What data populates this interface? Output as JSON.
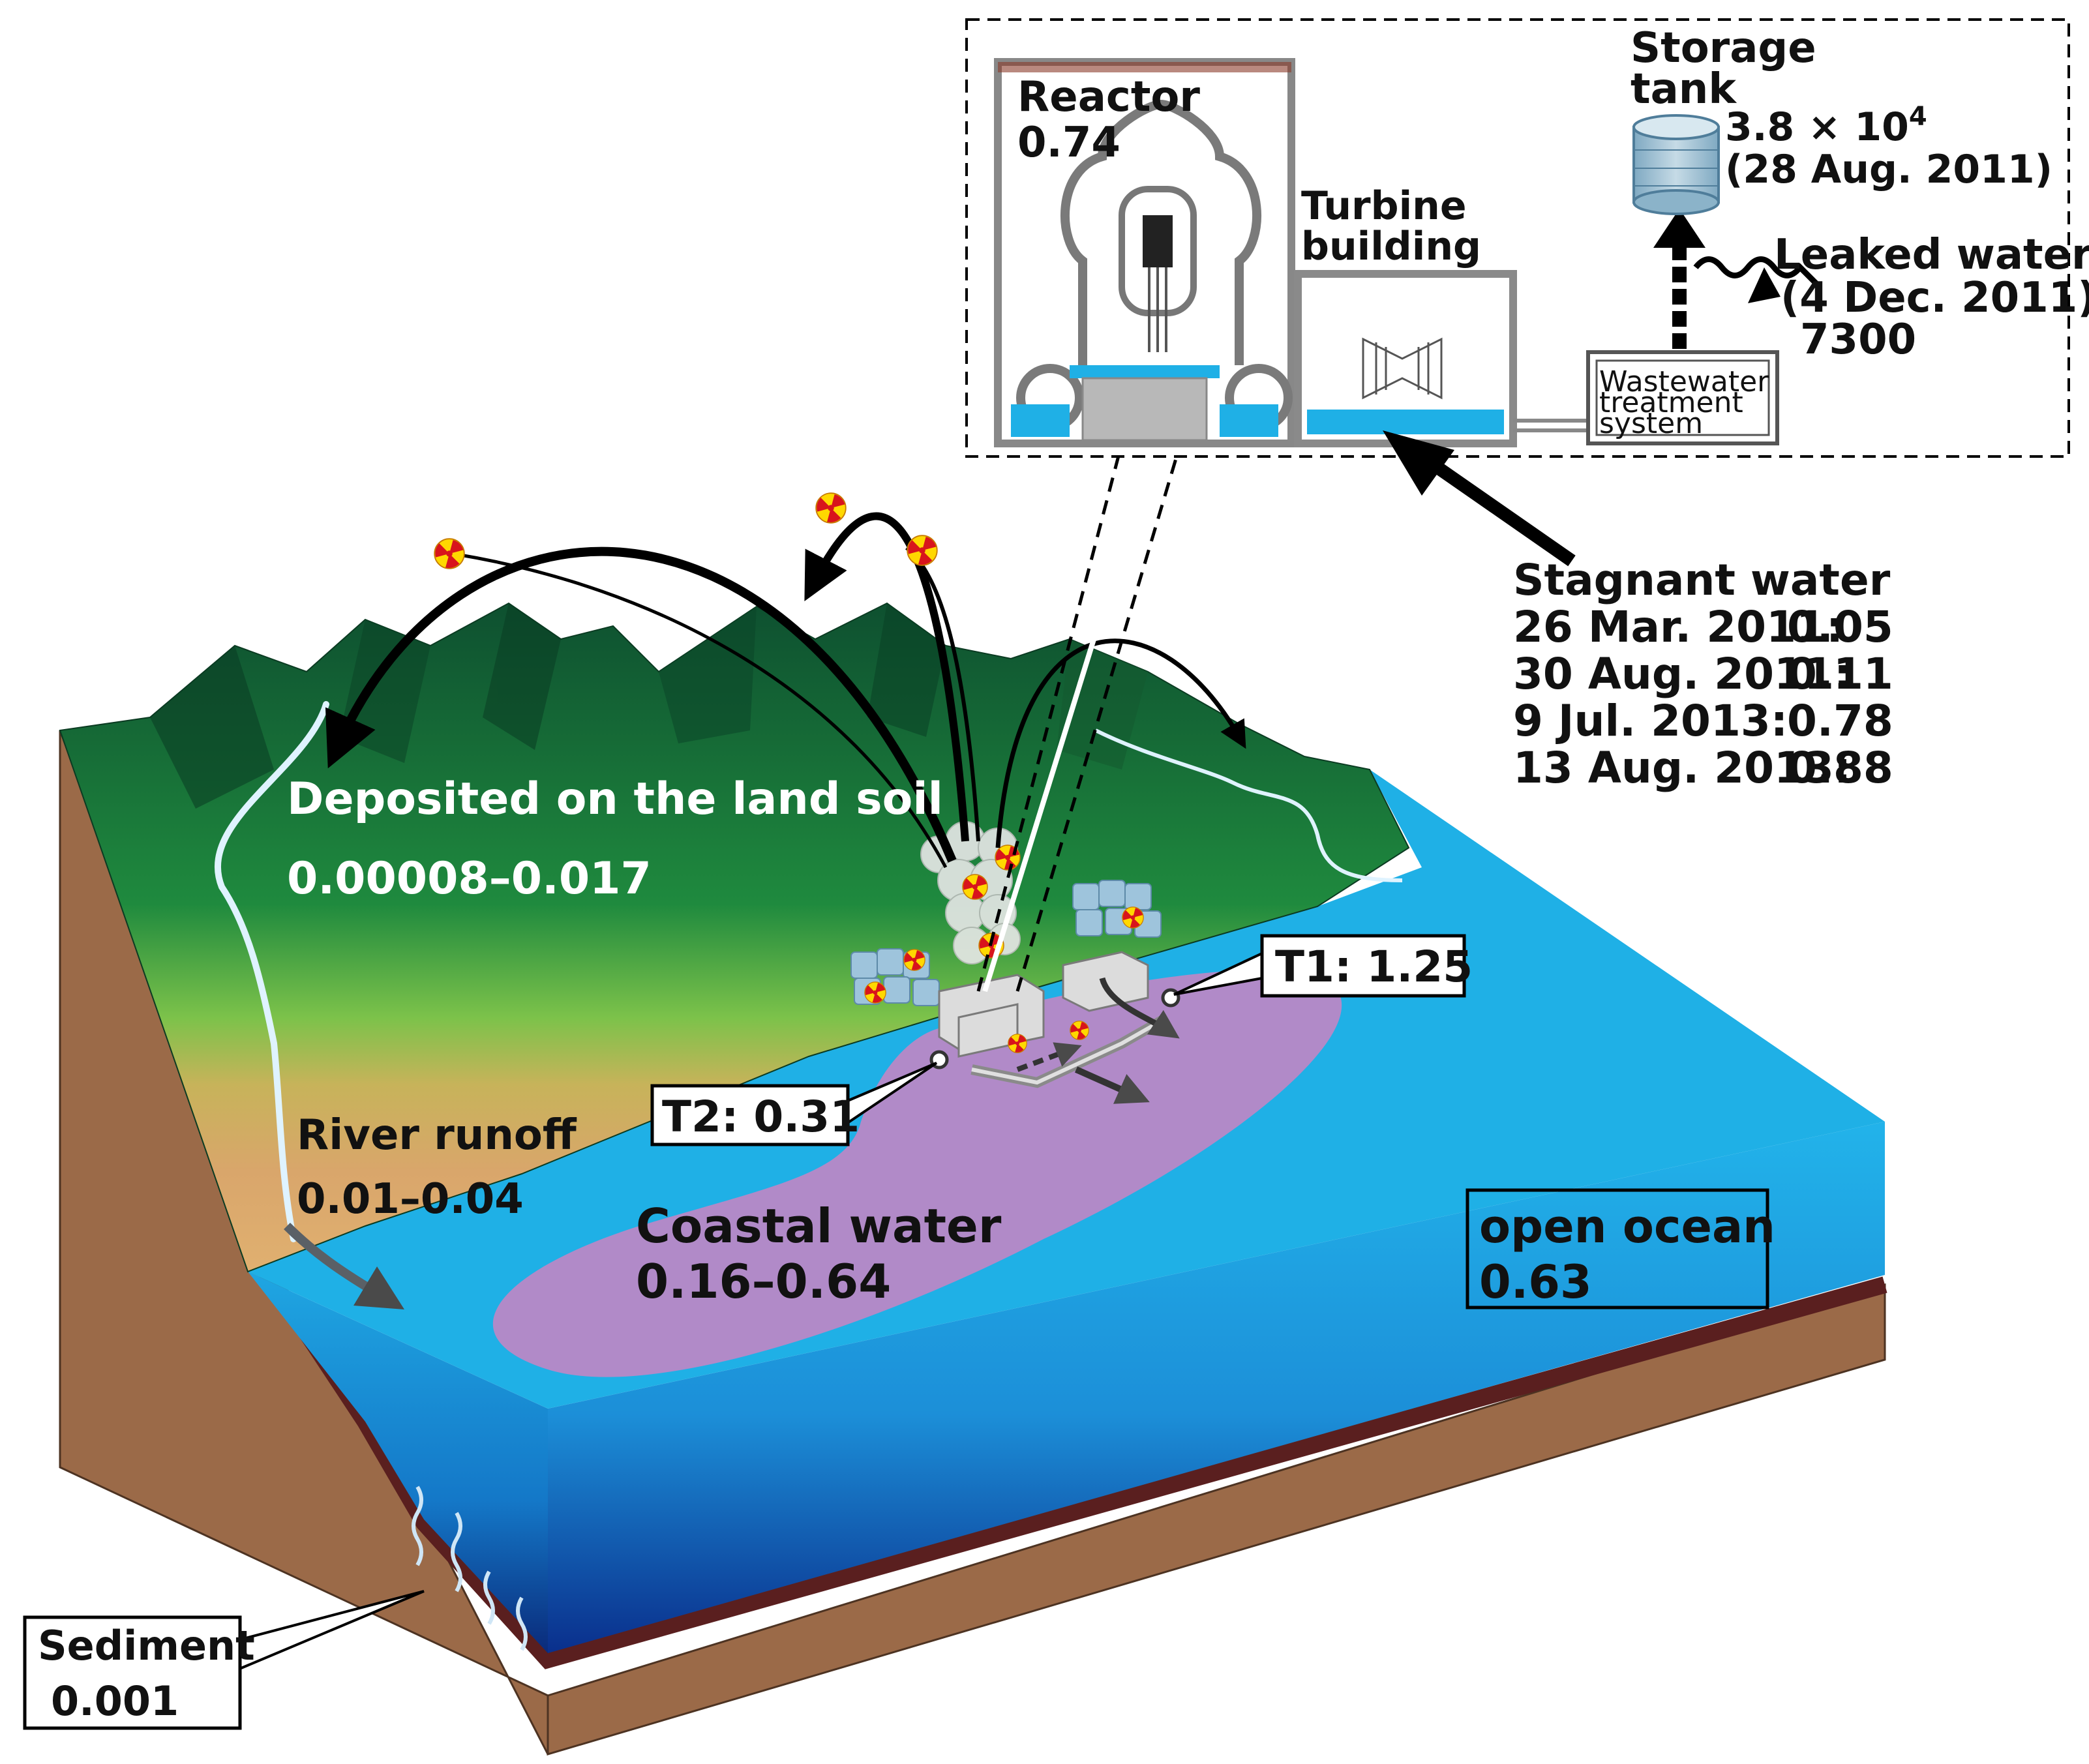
{
  "colors": {
    "ocean": "#1fb0e6",
    "ocean_deep": "#0c3a9a",
    "coastal_plume": "#b18ac8",
    "land_soil": "#d9a66b",
    "forest_dark": "#0f5a34",
    "forest_light": "#6cc04a",
    "earth": "#9b6a48",
    "sediment_layer": "#5a1f1f",
    "radiation_yellow": "#ffd800",
    "radiation_red": "#d8141c"
  },
  "reactor": {
    "title": "Reactor",
    "value": "0.74"
  },
  "turbine_building": {
    "line1": "Turbine",
    "line2": "building"
  },
  "wastewater": {
    "line1": "Wastewater",
    "line2": "treatment",
    "line3": "system"
  },
  "storage_tank": {
    "line1": "Storage",
    "line2": "tank",
    "value_base": "3.8 × 10",
    "value_exp": "4",
    "date": "(28 Aug. 2011)"
  },
  "leaked_water": {
    "title": "Leaked water",
    "date": "(4 Dec. 2011)",
    "value": "7300"
  },
  "stagnant_water": {
    "title": "Stagnant water",
    "rows": [
      {
        "date": "26 Mar. 2011:",
        "value": "0.05"
      },
      {
        "date": "30 Aug. 2011:",
        "value": "0.11"
      },
      {
        "date": "9 Jul. 2013:",
        "value": "0.78"
      },
      {
        "date": "13 Aug. 2013:",
        "value": "0.88"
      }
    ]
  },
  "deposited": {
    "title": "Deposited on  the land soil",
    "value": "0.00008–0.017"
  },
  "river_runoff": {
    "title": "River runoff",
    "value": "0.01–0.04"
  },
  "coastal_water": {
    "title": "Coastal water",
    "value": "0.16–0.64"
  },
  "open_ocean": {
    "title": "open ocean",
    "value": "0.63"
  },
  "sediment": {
    "title": "Sediment",
    "value": "0.001"
  },
  "t1": {
    "label": "T1: 1.25"
  },
  "t2": {
    "label": "T2: 0.31"
  }
}
